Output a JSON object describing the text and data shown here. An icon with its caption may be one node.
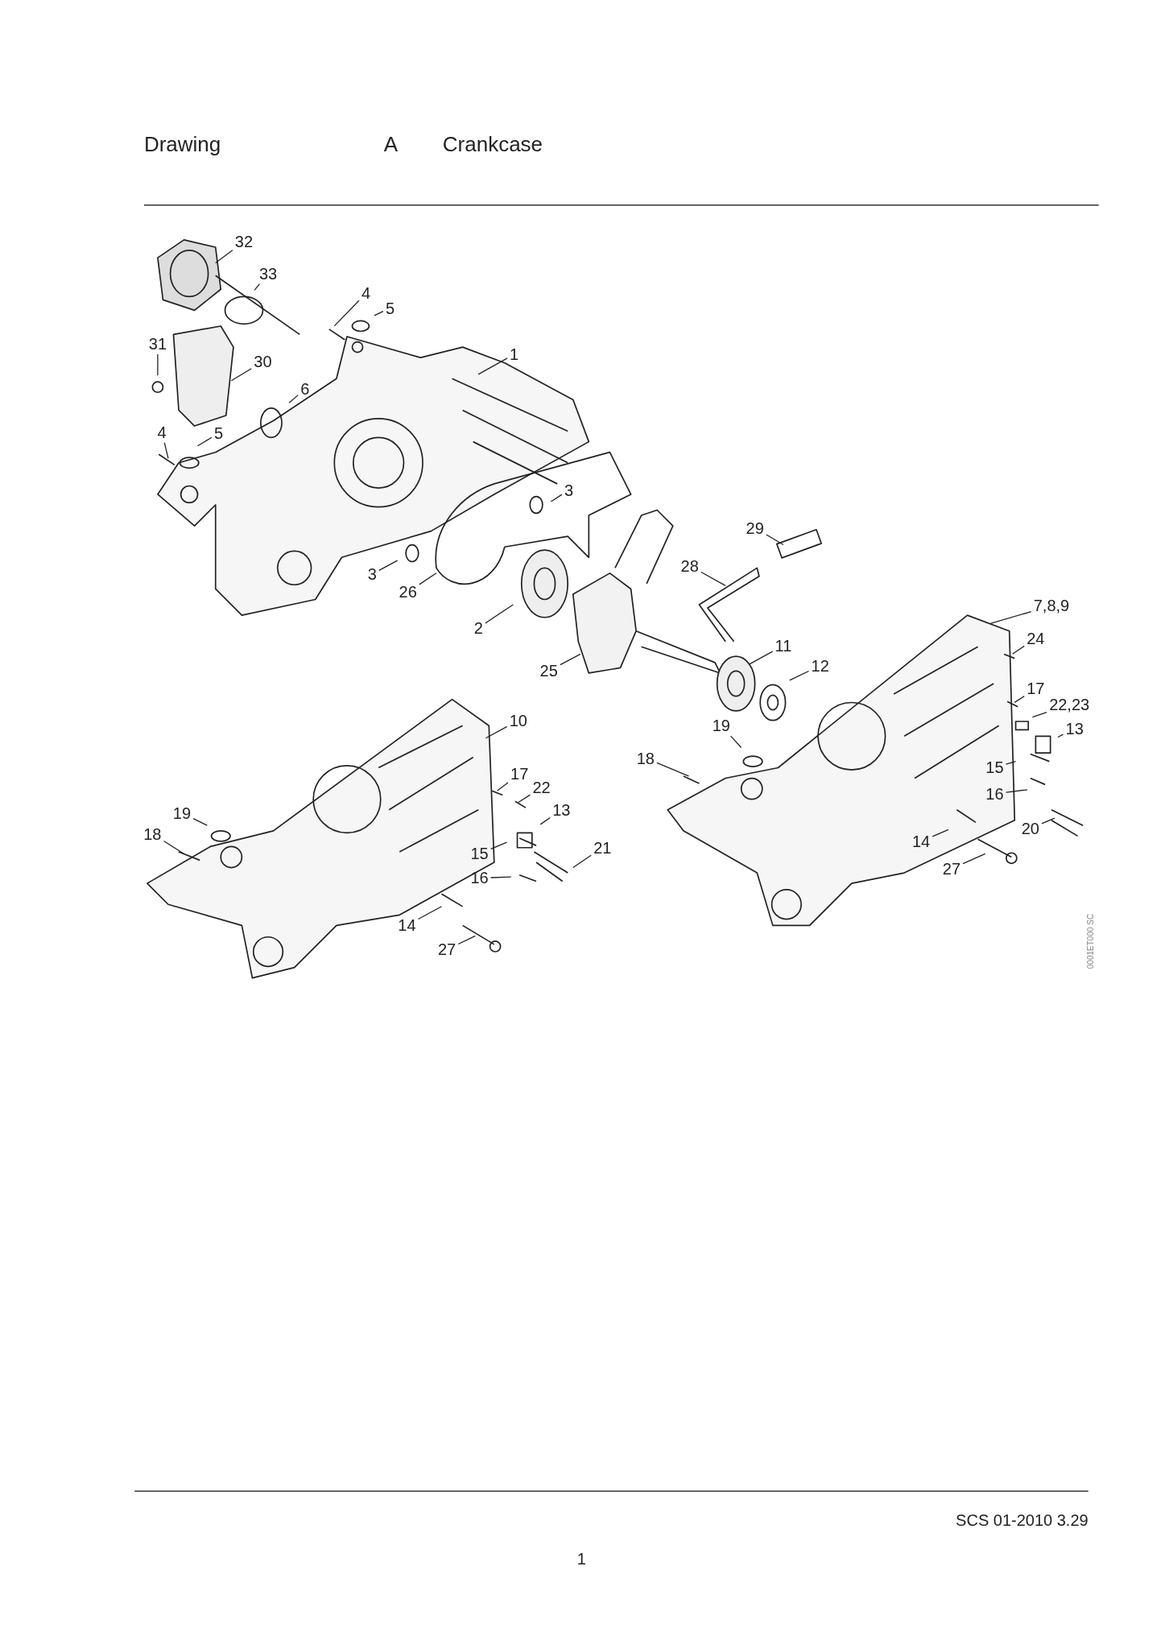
{
  "diagram": {
    "nodes": [
      {
        "text": [
          "32"
        ]
      },
      {
        "text": [
          "33"
        ]
      },
      {
        "text": [
          "4"
        ]
      },
      {
        "text": [
          "5"
        ]
      },
      {
        "text": [
          "31"
        ]
      },
      {
        "text": [
          "1"
        ]
      },
      {
        "text": [
          "30"
        ]
      },
      {
        "text": [
          "6"
        ]
      },
      {
        "text": [
          "4"
        ]
      },
      {
        "text": [
          "5"
        ]
      },
      {
        "text": [
          "3"
        ]
      },
      {
        "text": [
          "29"
        ]
      },
      {
        "text": [
          "28"
        ]
      },
      {
        "text": [
          "3"
        ]
      },
      {
        "text": [
          "26"
        ]
      },
      {
        "text": [
          "7,8,9"
        ]
      },
      {
        "text": [
          "2"
        ]
      },
      {
        "text": [
          "24"
        ]
      },
      {
        "text": [
          "11"
        ]
      },
      {
        "text": [
          "12"
        ]
      },
      {
        "text": [
          "25"
        ]
      },
      {
        "text": [
          "17"
        ]
      },
      {
        "text": [
          "22,23"
        ]
      },
      {
        "text": [
          "10"
        ]
      },
      {
        "text": [
          "19"
        ]
      },
      {
        "text": [
          "13"
        ]
      },
      {
        "text": [
          "18"
        ]
      },
      {
        "text": [
          "17"
        ]
      },
      {
        "text": [
          "15"
        ]
      },
      {
        "text": [
          "22"
        ]
      },
      {
        "text": [
          "16"
        ]
      },
      {
        "text": [
          "19"
        ]
      },
      {
        "text": [
          "13"
        ]
      },
      {
        "text": [
          "18"
        ]
      },
      {
        "text": [
          "20"
        ]
      },
      {
        "text": [
          "14"
        ]
      },
      {
        "text": [
          "21"
        ]
      },
      {
        "text": [
          "15"
        ]
      },
      {
        "text": [
          "27"
        ]
      },
      {
        "text": [
          "16"
        ]
      },
      {
        "text": [
          "14"
        ]
      },
      {
        "text": [
          "27"
        ]
      }
    ],
    "edges": [
      {
        "from": 0,
        "to": null,
        "arrow": "none"
      },
      {
        "from": 1,
        "to": null,
        "arrow": "none"
      },
      {
        "from": 2,
        "to": null,
        "arrow": "none"
      },
      {
        "from": 3,
        "to": null,
        "arrow": "none"
      },
      {
        "from": 4,
        "to": null,
        "arrow": "none"
      },
      {
        "from": 5,
        "to": null,
        "arrow": "none"
      },
      {
        "from": 6,
        "to": null,
        "arrow": "none"
      },
      {
        "from": 7,
        "to": null,
        "arrow": "none"
      },
      {
        "from": 8,
        "to": null,
        "arrow": "none"
      },
      {
        "from": 9,
        "to": null,
        "arrow": "none"
      },
      {
        "from": 10,
        "to": null,
        "arrow": "none"
      },
      {
        "from": 11,
        "to": null,
        "arrow": "none"
      },
      {
        "from": 12,
        "to": null,
        "arrow": "none"
      },
      {
        "from": 13,
        "to": null,
        "arrow": "none"
      },
      {
        "from": 14,
        "to": null,
        "arrow": "none"
      },
      {
        "from": 15,
        "to": null,
        "arrow": "none"
      },
      {
        "from": 16,
        "to": null,
        "arrow": "none"
      },
      {
        "from": 17,
        "to": null,
        "arrow": "none"
      },
      {
        "from": 18,
        "to": null,
        "arrow": "none"
      },
      {
        "from": 19,
        "to": null,
        "arrow": "none"
      },
      {
        "from": 20,
        "to": null,
        "arrow": "none"
      },
      {
        "from": 21,
        "to": null,
        "arrow": "none"
      },
      {
        "from": 22,
        "to": null,
        "arrow": "none"
      },
      {
        "from": 23,
        "to": null,
        "arrow": "none"
      },
      {
        "from": 24,
        "to": null,
        "arrow": "none"
      },
      {
        "from": 25,
        "to": null,
        "arrow": "none"
      },
      {
        "from": 26,
        "to": null,
        "arrow": "none"
      },
      {
        "from": 27,
        "to": null,
        "arrow": "none"
      },
      {
        "from": 28,
        "to": null,
        "arrow": "none"
      },
      {
        "from": 29,
        "to": null,
        "arrow": "none"
      },
      {
        "from": 30,
        "to": null,
        "arrow": "none"
      },
      {
        "from": 31,
        "to": null,
        "arrow": "none"
      },
      {
        "from": 32,
        "to": null,
        "arrow": "none"
      },
      {
        "from": 33,
        "to": null,
        "arrow": "none"
      },
      {
        "from": 34,
        "to": null,
        "arrow": "none"
      },
      {
        "from": 35,
        "to": null,
        "arrow": "none"
      },
      {
        "from": 36,
        "to": null,
        "arrow": "none"
      },
      {
        "from": 37,
        "to": null,
        "arrow": "none"
      },
      {
        "from": 38,
        "to": null,
        "arrow": "none"
      },
      {
        "from": 39,
        "to": null,
        "arrow": "none"
      },
      {
        "from": 40,
        "to": null,
        "arrow": "none"
      },
      {
        "from": 41,
        "to": null,
        "arrow": "none"
      }
    ],
    "labels": [
      "Drawing",
      "A",
      "Crankcase",
      "0001ET000 SC",
      "SCS 01-2010 3.29",
      "1"
    ]
  }
}
